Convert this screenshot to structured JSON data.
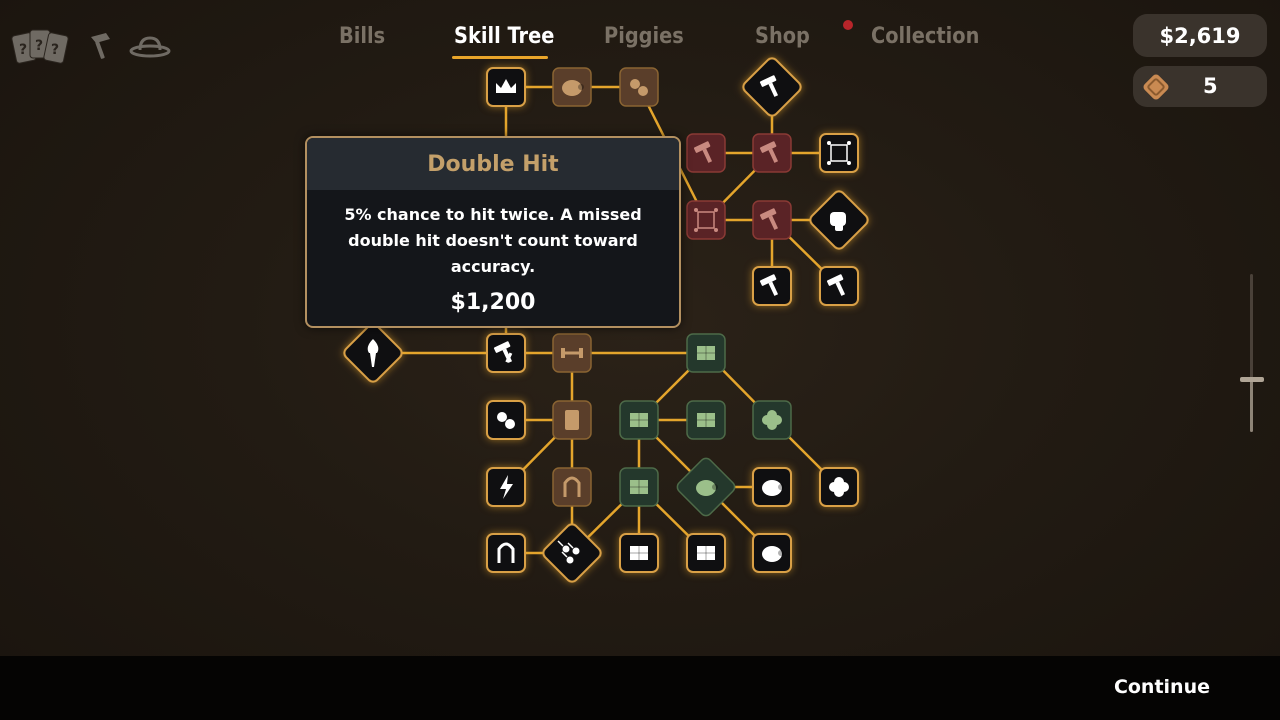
{
  "nav": {
    "tabs": [
      {
        "label": "Bills",
        "active": false
      },
      {
        "label": "Skill Tree",
        "active": true
      },
      {
        "label": "Piggies",
        "active": false
      },
      {
        "label": "Shop",
        "active": false
      },
      {
        "label": "Collection",
        "active": false
      }
    ],
    "notification_on": "Shop"
  },
  "top_icons": [
    "cards-icon",
    "hammer-icon",
    "hat-icon"
  ],
  "wallet": {
    "money": "$2,619",
    "tokens": "5"
  },
  "tooltip": {
    "title": "Double Hit",
    "description": "5% chance to hit twice. A missed double hit doesn't count toward accuracy.",
    "price": "$1,200"
  },
  "footer": {
    "continue_label": "Continue"
  },
  "colors": {
    "accent": "#e9a52a",
    "owned": "#0f0f11",
    "locked_brown": "#5a3e2a",
    "locked_red": "#5a2326",
    "locked_green": "#24382c",
    "tooltip_title": "#c4a06a"
  },
  "skill_tree": {
    "nodes": [
      {
        "id": "n1",
        "icon": "crown-icon",
        "state": "owned",
        "shape": "square"
      },
      {
        "id": "n2",
        "icon": "pig-icon",
        "state": "locked-brown",
        "shape": "square"
      },
      {
        "id": "n3",
        "icon": "coins-icon",
        "state": "locked-brown",
        "shape": "square"
      },
      {
        "id": "n4",
        "icon": "big-hammer-icon",
        "state": "owned",
        "shape": "diamond"
      },
      {
        "id": "n5",
        "icon": "hammer-icon",
        "state": "locked-red",
        "shape": "square"
      },
      {
        "id": "n6",
        "icon": "hammer-icon",
        "state": "locked-red",
        "shape": "square"
      },
      {
        "id": "n7",
        "icon": "target-icon",
        "state": "owned",
        "shape": "square"
      },
      {
        "id": "n8",
        "icon": "target-icon",
        "state": "locked-red",
        "shape": "square"
      },
      {
        "id": "n9",
        "icon": "hammer-icon",
        "state": "locked-red",
        "shape": "square"
      },
      {
        "id": "n10",
        "icon": "fist-icon",
        "state": "owned",
        "shape": "diamond"
      },
      {
        "id": "n11",
        "icon": "hammer-icon",
        "state": "owned",
        "shape": "square"
      },
      {
        "id": "n12",
        "icon": "hammer-icon",
        "state": "owned",
        "shape": "square"
      },
      {
        "id": "n13",
        "icon": "torch-icon",
        "state": "owned",
        "shape": "diamond"
      },
      {
        "id": "n14",
        "icon": "double-hammer-icon",
        "state": "owned",
        "shape": "square"
      },
      {
        "id": "n15",
        "icon": "dumbbell-icon",
        "state": "locked-brown",
        "shape": "square"
      },
      {
        "id": "n16",
        "icon": "cash-stack-icon",
        "state": "locked-green",
        "shape": "square"
      },
      {
        "id": "n17",
        "icon": "recycle-icon",
        "state": "owned",
        "shape": "square"
      },
      {
        "id": "n18",
        "icon": "card-icon",
        "state": "locked-brown",
        "shape": "square"
      },
      {
        "id": "n19",
        "icon": "building-icon",
        "state": "locked-green",
        "shape": "square"
      },
      {
        "id": "n20",
        "icon": "cash-icon",
        "state": "locked-green",
        "shape": "square"
      },
      {
        "id": "n21",
        "icon": "clover-icon",
        "state": "locked-green",
        "shape": "square"
      },
      {
        "id": "n22",
        "icon": "lightning-icon",
        "state": "owned",
        "shape": "square"
      },
      {
        "id": "n23",
        "icon": "grip-icon",
        "state": "locked-brown",
        "shape": "square"
      },
      {
        "id": "n24",
        "icon": "building-icon",
        "state": "locked-green",
        "shape": "square"
      },
      {
        "id": "n25",
        "icon": "piggy-bank-icon",
        "state": "locked-green",
        "shape": "diamond"
      },
      {
        "id": "n26",
        "icon": "piggy-bank-icon",
        "state": "owned",
        "shape": "square"
      },
      {
        "id": "n27",
        "icon": "clover-icon",
        "state": "owned",
        "shape": "square"
      },
      {
        "id": "n28",
        "icon": "grip-icon",
        "state": "owned",
        "shape": "square"
      },
      {
        "id": "n29",
        "icon": "meteor-icon",
        "state": "owned",
        "shape": "diamond"
      },
      {
        "id": "n30",
        "icon": "building-icon",
        "state": "owned",
        "shape": "square"
      },
      {
        "id": "n31",
        "icon": "cash-icon",
        "state": "owned",
        "shape": "square"
      },
      {
        "id": "n32",
        "icon": "piggy-bank-icon",
        "state": "owned",
        "shape": "square"
      }
    ],
    "edges": [
      [
        "n1",
        "n2"
      ],
      [
        "n2",
        "n3"
      ],
      [
        "n3",
        "n8"
      ],
      [
        "n4",
        "n6"
      ],
      [
        "n5",
        "n6"
      ],
      [
        "n6",
        "n7"
      ],
      [
        "n6",
        "n8"
      ],
      [
        "n8",
        "n9"
      ],
      [
        "n9",
        "n10"
      ],
      [
        "n9",
        "n11"
      ],
      [
        "n9",
        "n12"
      ],
      [
        "n14",
        "n15"
      ],
      [
        "n15",
        "n16"
      ],
      [
        "n17",
        "n18"
      ],
      [
        "n18",
        "n15"
      ],
      [
        "n18",
        "n22"
      ],
      [
        "n18",
        "n23"
      ],
      [
        "n16",
        "n19"
      ],
      [
        "n16",
        "n21"
      ],
      [
        "n19",
        "n20"
      ],
      [
        "n19",
        "n24"
      ],
      [
        "n19",
        "n25"
      ],
      [
        "n21",
        "n27"
      ],
      [
        "n23",
        "n29"
      ],
      [
        "n28",
        "n29"
      ],
      [
        "n24",
        "n29"
      ],
      [
        "n24",
        "n30"
      ],
      [
        "n24",
        "n31"
      ],
      [
        "n25",
        "n26"
      ],
      [
        "n25",
        "n32"
      ],
      [
        "n1",
        "n14"
      ],
      [
        "n13",
        "n14"
      ]
    ]
  }
}
